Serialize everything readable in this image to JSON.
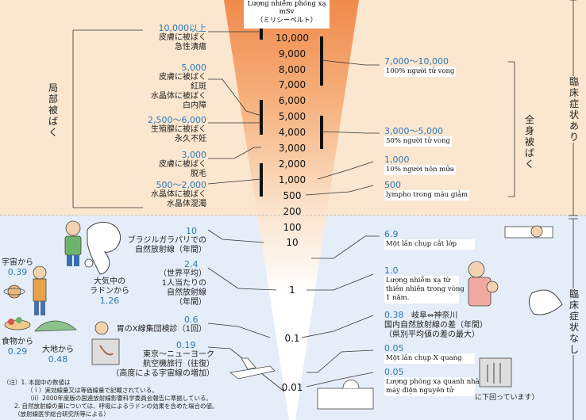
{
  "header": {
    "title_line1": "Lượng nhiễm phóng xạ",
    "title_line2": "mSv",
    "unit_jp": "（ミリシーベルト）"
  },
  "scale": [
    "10,000",
    "9,000",
    "8,000",
    "7,000",
    "6,000",
    "5,000",
    "4,000",
    "3,000",
    "2,000",
    "1,000",
    "500",
    "200",
    "100",
    "10",
    "1",
    "0.1",
    "0.01"
  ],
  "left_local": {
    "group_label": "局部被ばく",
    "items": [
      {
        "value": "10,000以上",
        "l1": "皮膚に被ばく",
        "l2": "急性潰瘍"
      },
      {
        "value": "5,000",
        "l1": "皮膚に被ばく",
        "l2": "紅斑",
        "l3": "水晶体に被ばく",
        "l4": "白内障"
      },
      {
        "value": "2,500～6,000",
        "l1": "生殖腺に被ばく",
        "l2": "永久不妊"
      },
      {
        "value": "3,000",
        "l1": "皮膚に被ばく",
        "l2": "脱毛"
      },
      {
        "value": "500～2,000",
        "l1": "水晶体に被ばく",
        "l2": "水晶体混濁"
      }
    ]
  },
  "left_natural": [
    {
      "value": "10",
      "l1": "ブラジルガラパリでの",
      "l2": "自然放射線（年間）"
    },
    {
      "value": "2.4",
      "l1": "（世界平均）",
      "l2": "1人当たりの",
      "l3": "自然放射線",
      "l4": "（年間）"
    },
    {
      "value": "0.6",
      "l1": "胃のX線集団検診（1回）"
    },
    {
      "value": "0.19",
      "l1": "東京～ニューヨーク",
      "l2": "航空機旅行（往復）",
      "l3": "（高度による宇宙線の増加）"
    }
  ],
  "sources": {
    "space_label": "宇宙から",
    "space_value": "0.39",
    "air_l1": "大気中の",
    "air_l2": "ラドンから",
    "air_value": "1.26",
    "food_label": "食物から",
    "food_value": "0.29",
    "ground_label": "大地から",
    "ground_value": "0.48"
  },
  "right_whole": {
    "group_label": "全身被ばく",
    "items": [
      {
        "value": "7,000～10,000",
        "text": "100% người tử vong"
      },
      {
        "value": "3,000～5,000",
        "text": "50% người tử vong"
      },
      {
        "value": "1,000",
        "text": "10% người nôn mửa"
      },
      {
        "value": "500",
        "text": "lympho trong máu giảm"
      }
    ]
  },
  "right_low": [
    {
      "value": "6.9",
      "text": "Một lần chụp cắt lớp"
    },
    {
      "value": "1.0",
      "l1": "Lượng nhiễm xạ từ",
      "l2": "thiên nhiên trong vòng",
      "l3": "1 năm."
    },
    {
      "value": "0.38",
      "l1": "岐阜⇔神奈川",
      "l2": "国内自然放射線の差（年間）",
      "l3": "（県別平均値の差の最大）"
    },
    {
      "value": "0.05",
      "text": "Một lần chụp X quang"
    },
    {
      "value": "0.05",
      "l1": "Lượng phóng xạ quanh nhà",
      "l2": "máy điện nguyên tử"
    },
    {
      "tail": "に下回っています）"
    }
  ],
  "far_right": {
    "top": "臨床症状あり",
    "bottom": "臨床症状なし"
  },
  "notes": [
    "（注）1. 本図中の数値は",
    "（ｉ）実効線量又は等価線量で記載されている。",
    "（ii）2000年度版の国連放射線影響科学委員会報告に準拠している。",
    "2. 自然放射線の量については、呼吸によるラドンの効果を含めた場合の値。",
    "（放射線医学総合研究所等による）"
  ],
  "colors": {
    "value_blue": "#2d78b8",
    "top_bg": "#fbe6cf",
    "bottom_bg": "#e5eef8"
  }
}
